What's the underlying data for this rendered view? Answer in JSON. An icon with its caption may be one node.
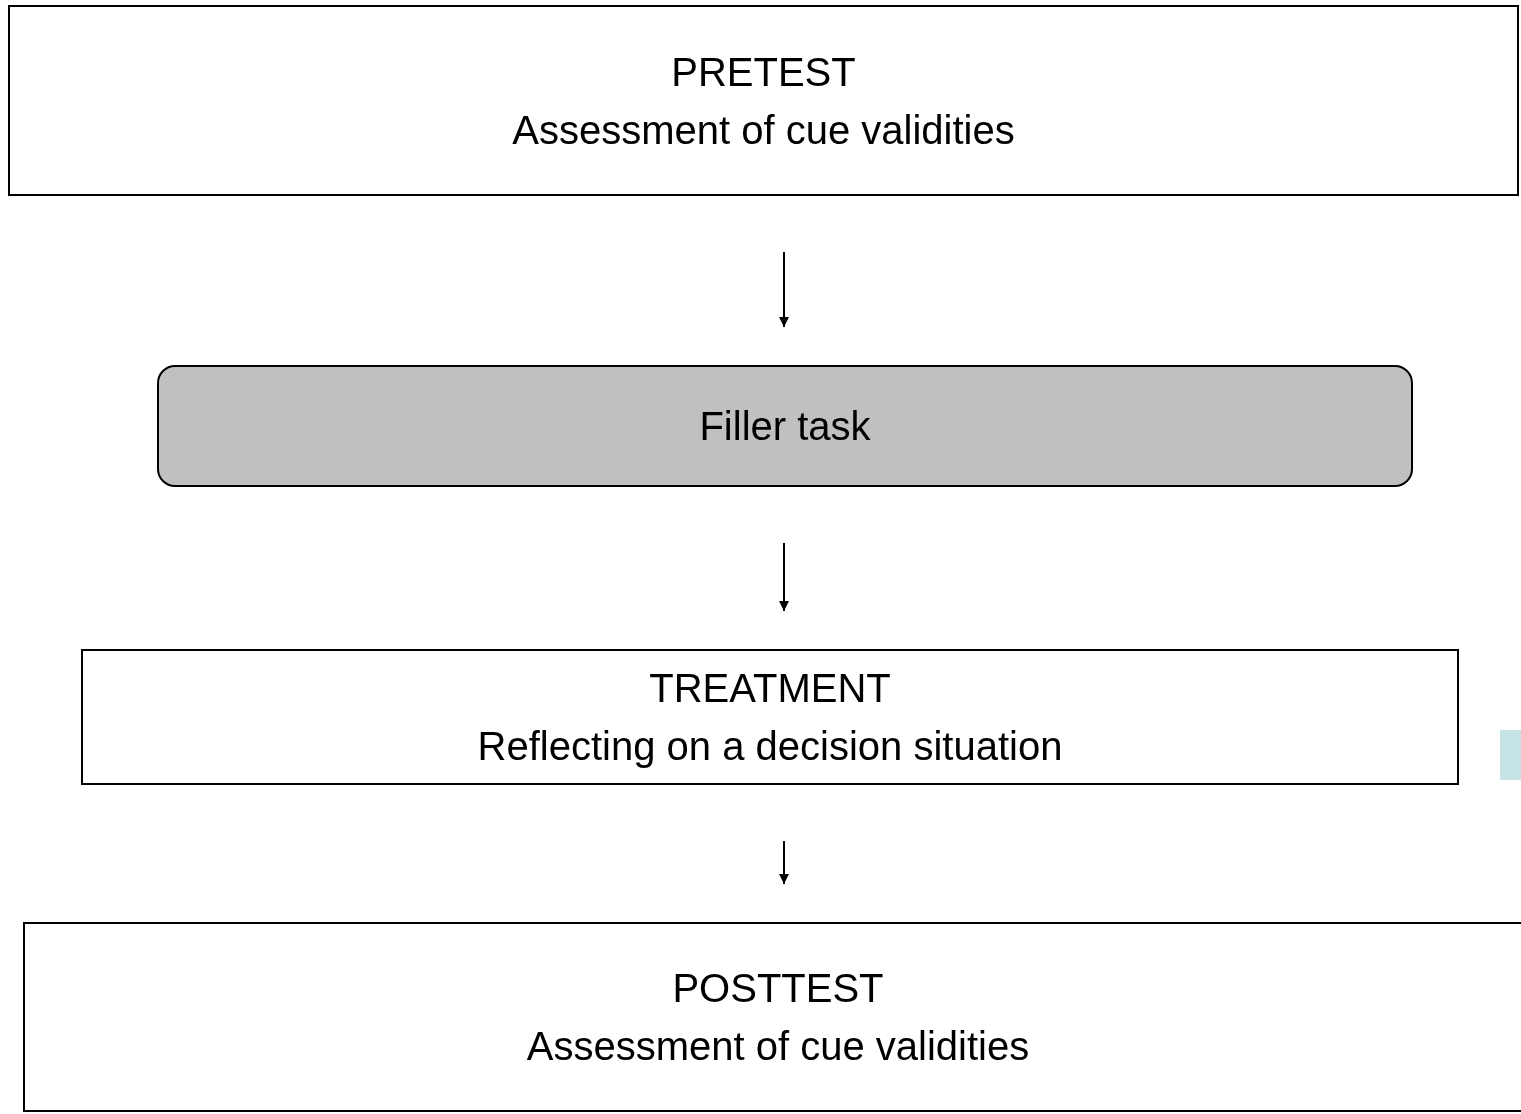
{
  "diagram": {
    "nodes": [
      {
        "text": [
          "PRETEST",
          "Assessment of cue validities"
        ]
      },
      {
        "text": [
          "Filler task"
        ]
      },
      {
        "text": [
          "TREATMENT",
          "Reflecting on a decision situation"
        ]
      },
      {
        "text": [
          "POSTTEST",
          "Assessment of cue validities"
        ]
      }
    ],
    "edges": [
      {
        "from": 0,
        "to": 1,
        "arrow": "to"
      },
      {
        "from": 1,
        "to": 2,
        "arrow": "to"
      },
      {
        "from": 2,
        "to": 3,
        "arrow": "to"
      }
    ]
  }
}
